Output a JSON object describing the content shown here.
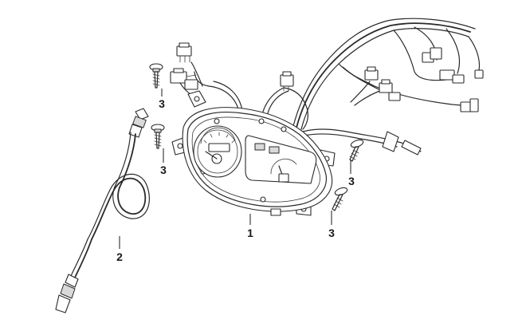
{
  "callouts": {
    "part_1": "1",
    "part_2": "2",
    "part_3": "3"
  },
  "colors": {
    "line": "#2a2a2a",
    "background": "#ffffff",
    "shade": "#d9d9d9"
  }
}
